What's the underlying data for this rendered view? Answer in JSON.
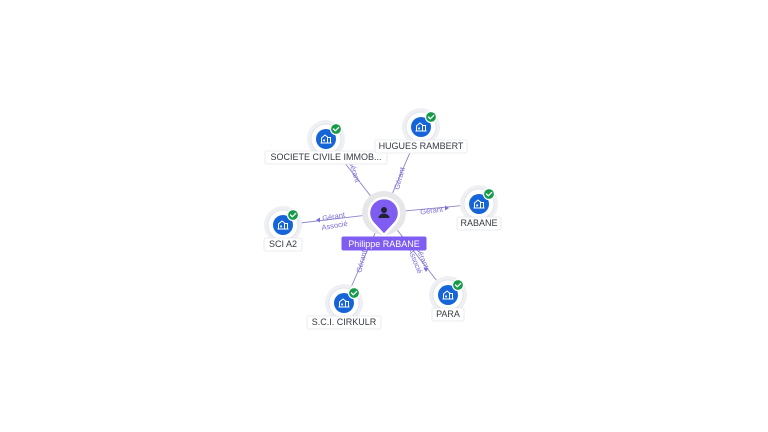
{
  "center": {
    "label": "Philippe RABANE",
    "icon": "person-icon"
  },
  "companies": [
    {
      "key": "societe-civile",
      "label": "SOCIETE CIVILE IMMOB...",
      "icon": "building-icon",
      "verified": true,
      "relations": [
        "Gérant"
      ]
    },
    {
      "key": "hugues-rambert",
      "label": "HUGUES RAMBERT",
      "icon": "building-icon",
      "verified": true,
      "relations": [
        "Gérant"
      ]
    },
    {
      "key": "rabane",
      "label": "RABANE",
      "icon": "building-icon",
      "verified": true,
      "relations": [
        "Gérant"
      ]
    },
    {
      "key": "sci-a2",
      "label": "SCI A2",
      "icon": "building-icon",
      "verified": true,
      "relations": [
        "Gérant",
        "Associé"
      ]
    },
    {
      "key": "para",
      "label": "PARA",
      "icon": "building-icon",
      "verified": true,
      "relations": [
        "Gérant",
        "Associé"
      ]
    },
    {
      "key": "sci-cirkulr",
      "label": "S.C.I. CIRKULR",
      "icon": "building-icon",
      "verified": true,
      "relations": [
        "Gérant"
      ]
    }
  ],
  "colors": {
    "company": "#1565d8",
    "verified": "#169b4a",
    "person": "#7f5cf2",
    "edge": "#8c87c9"
  }
}
